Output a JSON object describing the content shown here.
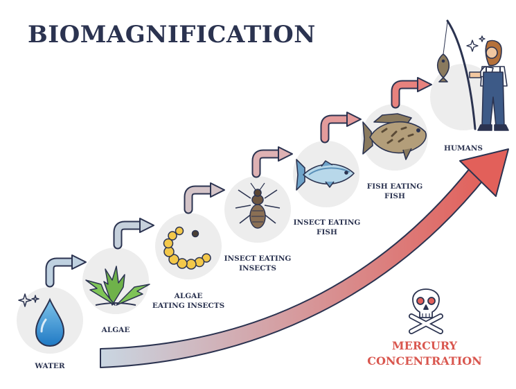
{
  "title": "BIOMAGNIFICATION",
  "stages": [
    {
      "id": "water",
      "label": "WATER",
      "icon": "water-drop-icon"
    },
    {
      "id": "algae",
      "label": "ALGAE",
      "icon": "algae-icon"
    },
    {
      "id": "algae-eating-insects",
      "label": "ALGAE\nEATING INSECTS",
      "icon": "larva-icon"
    },
    {
      "id": "insect-eating-insects",
      "label": "INSECT EATING\nINSECTS",
      "icon": "insect-icon"
    },
    {
      "id": "insect-eating-fish",
      "label": "INSECT EATING\nFISH",
      "icon": "small-fish-icon"
    },
    {
      "id": "fish-eating-fish",
      "label": "FISH EATING\nFISH",
      "icon": "big-fish-icon"
    },
    {
      "id": "humans",
      "label": "HUMANS",
      "icon": "fisherman-icon"
    }
  ],
  "indicator": {
    "label": "MERCURY\nCONCENTRATION",
    "icon": "skull-crossbones-icon",
    "gradient_start": "#c9d6e2",
    "gradient_end": "#e2605a"
  },
  "colors": {
    "title": "#2b3350",
    "label": "#2b3350",
    "circle": "#ededed",
    "mercury": "#d9574f"
  }
}
